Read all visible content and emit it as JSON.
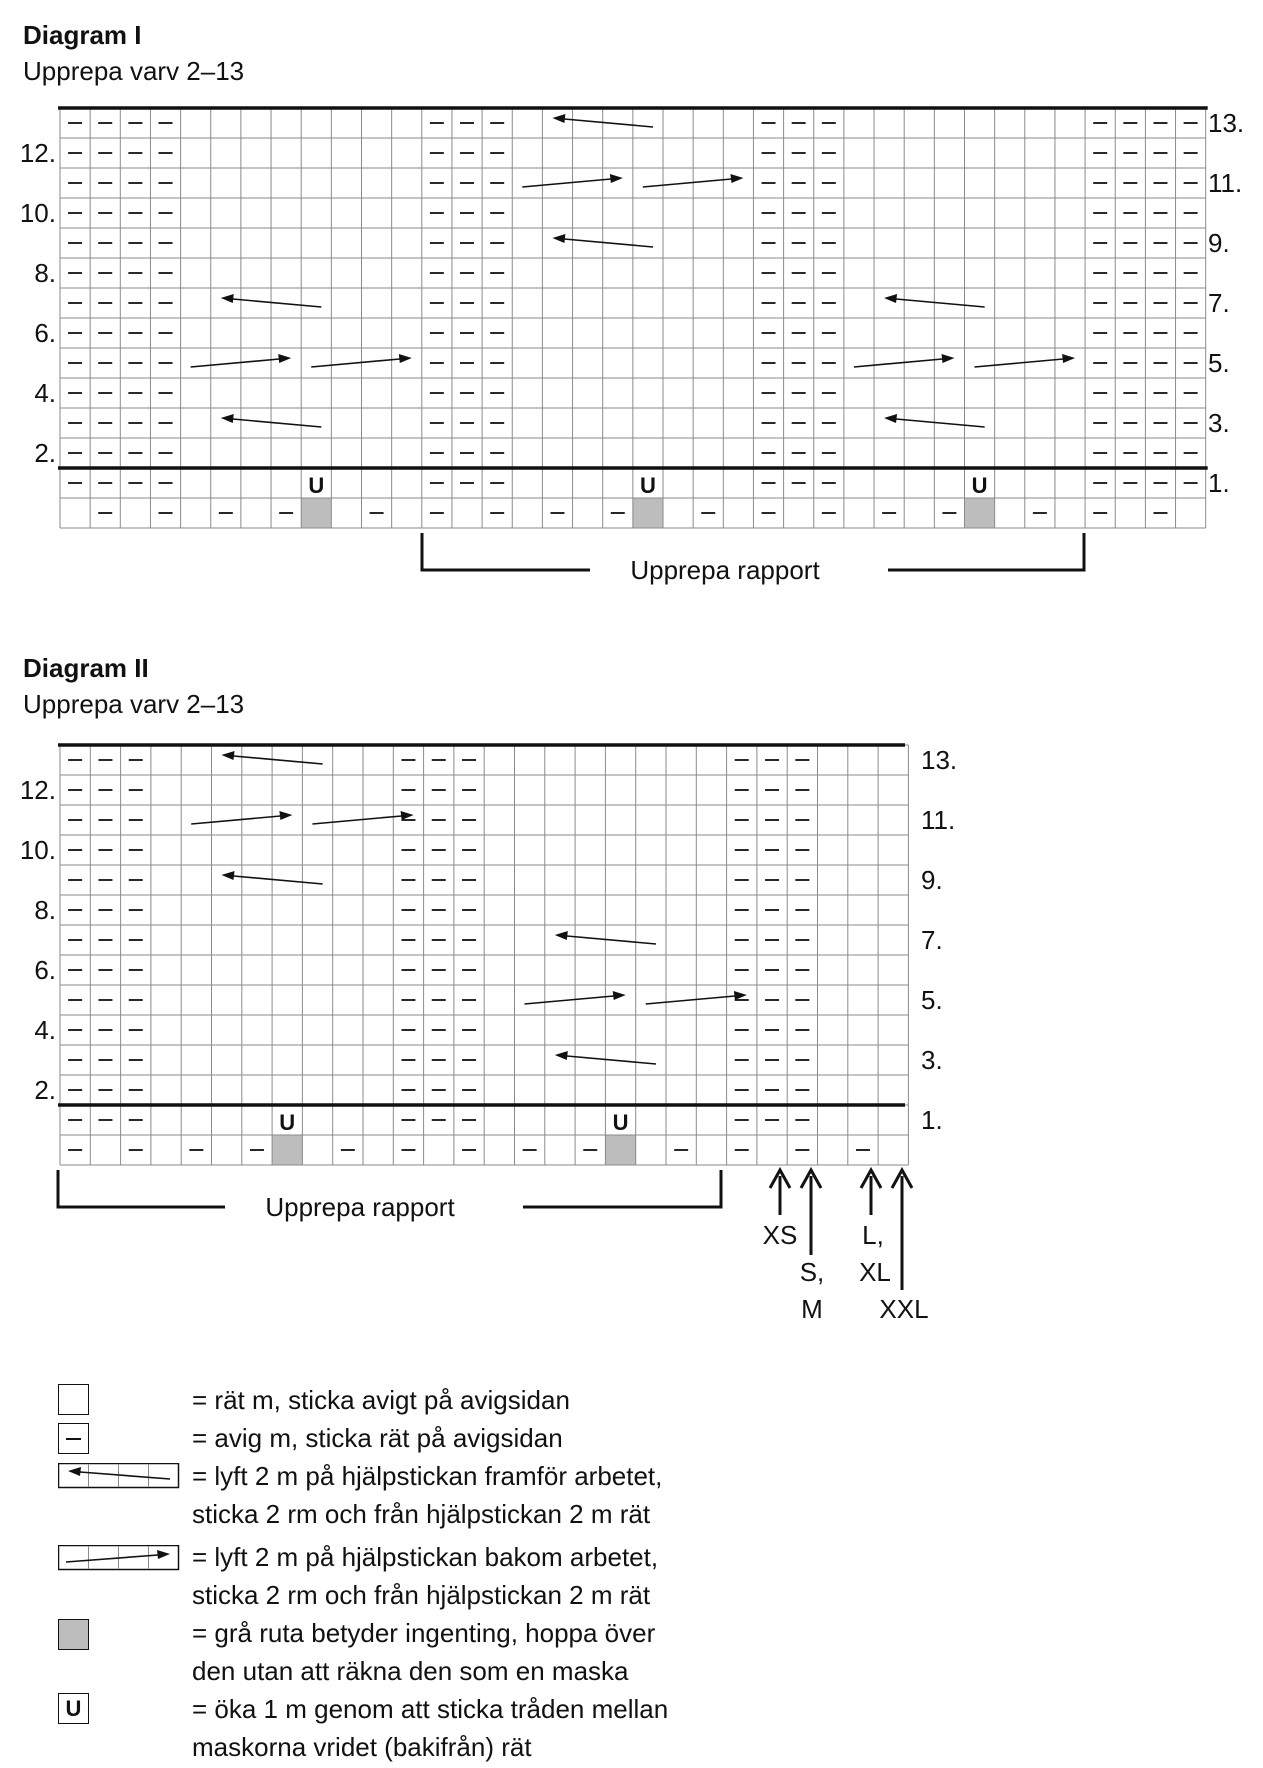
{
  "diagram1": {
    "title": "Diagram I",
    "subtitle": "Upprepa varv 2–13",
    "repeat_label": "Upprepa rapport",
    "left_row_labels": [
      "12.",
      "10.",
      "8.",
      "6.",
      "4.",
      "2."
    ],
    "right_row_labels": [
      "13.",
      "11.",
      "9.",
      "7.",
      "5.",
      "3.",
      "1."
    ],
    "increase_symbol": "U"
  },
  "diagram2": {
    "title": "Diagram II",
    "subtitle": "Upprepa varv 2–13",
    "repeat_label": "Upprepa rapport",
    "left_row_labels": [
      "12.",
      "10.",
      "8.",
      "6.",
      "4.",
      "2."
    ],
    "right_row_labels": [
      "13.",
      "11.",
      "9.",
      "7.",
      "5.",
      "3.",
      "1."
    ],
    "increase_symbol": "U",
    "sizes": {
      "xs": "XS",
      "s_m_line1": "S,",
      "s_m_line2": "M",
      "l_xl_line1": "L,",
      "l_xl_line2": "XL",
      "xxl": "XXL"
    }
  },
  "legend": {
    "knit": "= rät m, sticka avigt på avigsidan",
    "purl": "= avig m, sticka rät på avigsidan",
    "cable_front_1": "= lyft 2 m på hjälpstickan framför arbetet,",
    "cable_front_2": "sticka 2 rm och från hjälpstickan 2 m rät",
    "cable_back_1": "= lyft 2 m på hjälpstickan bakom arbetet,",
    "cable_back_2": "sticka 2 rm och från hjälpstickan 2 m rät",
    "grey_1": "= grå ruta betyder ingenting, hoppa över",
    "grey_2": "den utan att räkna den som en maska",
    "inc_1": "= öka 1 m genom att sticka tråden mellan",
    "inc_2": "maskorna vridet (bakifrån) rät",
    "inc_symbol": "U"
  },
  "colors": {
    "grid": "#8a8a8a",
    "line": "#111111",
    "grey_cell": "#bdbdbd"
  }
}
